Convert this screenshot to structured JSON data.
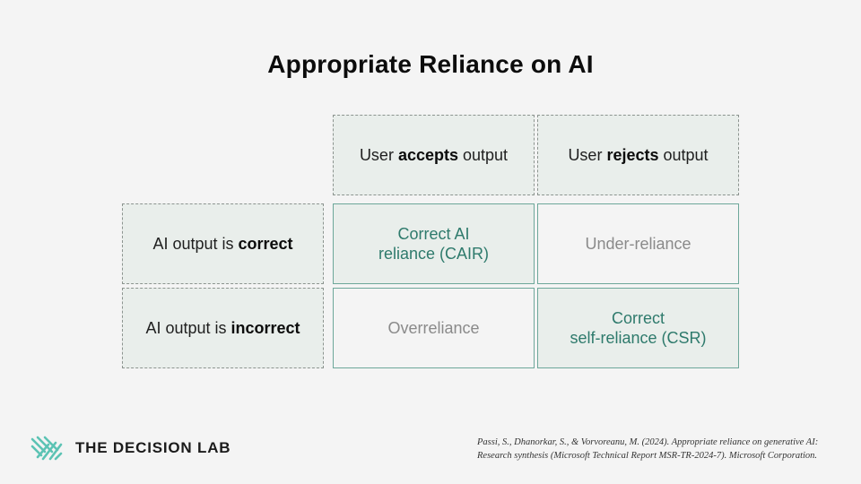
{
  "title": "Appropriate Reliance on AI",
  "matrix": {
    "col_headers": [
      {
        "pre": "User ",
        "bold": "accepts",
        "post": " output"
      },
      {
        "pre": "User ",
        "bold": "rejects",
        "post": " output"
      }
    ],
    "row_headers": [
      {
        "pre": "AI output is ",
        "bold": "correct",
        "post": ""
      },
      {
        "pre": "AI output is ",
        "bold": "incorrect",
        "post": ""
      }
    ],
    "cells": {
      "correct_accept": {
        "line1": "Correct AI",
        "line2": "reliance (CAIR)"
      },
      "correct_reject": {
        "line1": "Under-reliance"
      },
      "incorrect_accept": {
        "line1": "Overreliance"
      },
      "incorrect_reject": {
        "line1": "Correct",
        "line2": "self-reliance (CSR)"
      }
    }
  },
  "footer": {
    "logo_text": "THE DECISION LAB",
    "logo_icon": "decision-lab-logo-icon",
    "citation_line1": "Passi, S., Dhanorkar, S., & Vorvoreanu, M. (2024). Appropriate reliance on generative AI:",
    "citation_line2": "Research synthesis (Microsoft Technical Report MSR-TR-2024-7). Microsoft Corporation."
  },
  "colors": {
    "background": "#f4f4f4",
    "accent_fill": "#e9eeeb",
    "accent_border": "#6da79a",
    "accent_text": "#2e7a6c",
    "muted_text": "#8a8a8a",
    "logo_teal": "#5cc3b4"
  }
}
